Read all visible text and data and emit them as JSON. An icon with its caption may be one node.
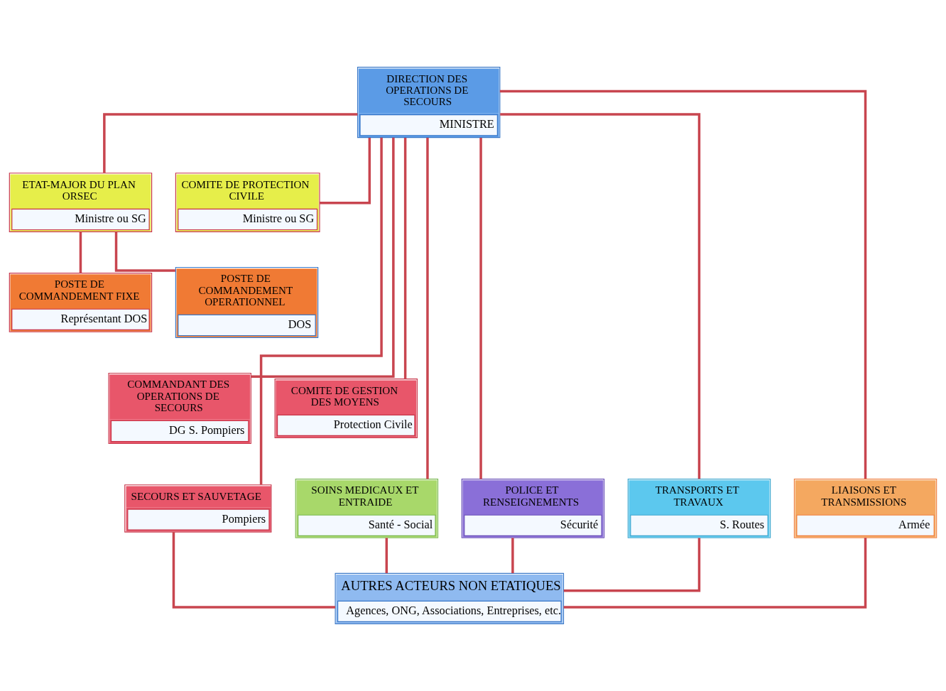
{
  "diagram": {
    "nodes": [
      {
        "text": [
          "DIRECTION DES OPERATIONS DE SECOURS",
          "MINISTRE"
        ]
      },
      {
        "text": [
          "ETAT-MAJOR DU PLAN ORSEC",
          "Ministre ou SG"
        ]
      },
      {
        "text": [
          "COMITE DE PROTECTION CIVILE",
          "Ministre ou SG"
        ]
      },
      {
        "text": [
          "POSTE DE COMMANDEMENT FIXE",
          "Représentant DOS"
        ]
      },
      {
        "text": [
          "POSTE DE COMMANDEMENT OPERATIONNEL",
          "DOS"
        ]
      },
      {
        "text": [
          "COMMANDANT DES OPERATIONS DE SECOURS",
          "DG S. Pompiers"
        ]
      },
      {
        "text": [
          "COMITE DE GESTION DES MOYENS",
          "Protection Civile"
        ]
      },
      {
        "text": [
          "SECOURS ET SAUVETAGE",
          "Pompiers"
        ]
      },
      {
        "text": [
          "SOINS MEDICAUX ET ENTRAIDE",
          "Santé - Social"
        ]
      },
      {
        "text": [
          "POLICE ET RENSEIGNEMENTS",
          "Sécurité"
        ]
      },
      {
        "text": [
          "TRANSPORTS ET TRAVAUX",
          "S. Routes"
        ]
      },
      {
        "text": [
          "LIAISONS ET TRANSMISSIONS",
          "Armée"
        ]
      },
      {
        "text": [
          "AUTRES ACTEURS NON ETATIQUES",
          "Agences, ONG, Associations, Entreprises, etc."
        ]
      }
    ],
    "edges": [
      {
        "from": 0,
        "to": 1,
        "arrow": "none"
      },
      {
        "from": 0,
        "to": 2,
        "arrow": "none"
      },
      {
        "from": 1,
        "to": 3,
        "arrow": "none"
      },
      {
        "from": 1,
        "to": 4,
        "arrow": "none"
      },
      {
        "from": 0,
        "to": 5,
        "arrow": "none"
      },
      {
        "from": 0,
        "to": 6,
        "arrow": "none"
      },
      {
        "from": 0,
        "to": 7,
        "arrow": "none"
      },
      {
        "from": 0,
        "to": 8,
        "arrow": "none"
      },
      {
        "from": 0,
        "to": 9,
        "arrow": "none"
      },
      {
        "from": 0,
        "to": 10,
        "arrow": "none"
      },
      {
        "from": 0,
        "to": 11,
        "arrow": "none"
      },
      {
        "from": 7,
        "to": 12,
        "arrow": "none"
      },
      {
        "from": 8,
        "to": 12,
        "arrow": "none"
      },
      {
        "from": 9,
        "to": 12,
        "arrow": "none"
      },
      {
        "from": 10,
        "to": 12,
        "arrow": "none"
      },
      {
        "from": 11,
        "to": 12,
        "arrow": "none"
      }
    ]
  }
}
